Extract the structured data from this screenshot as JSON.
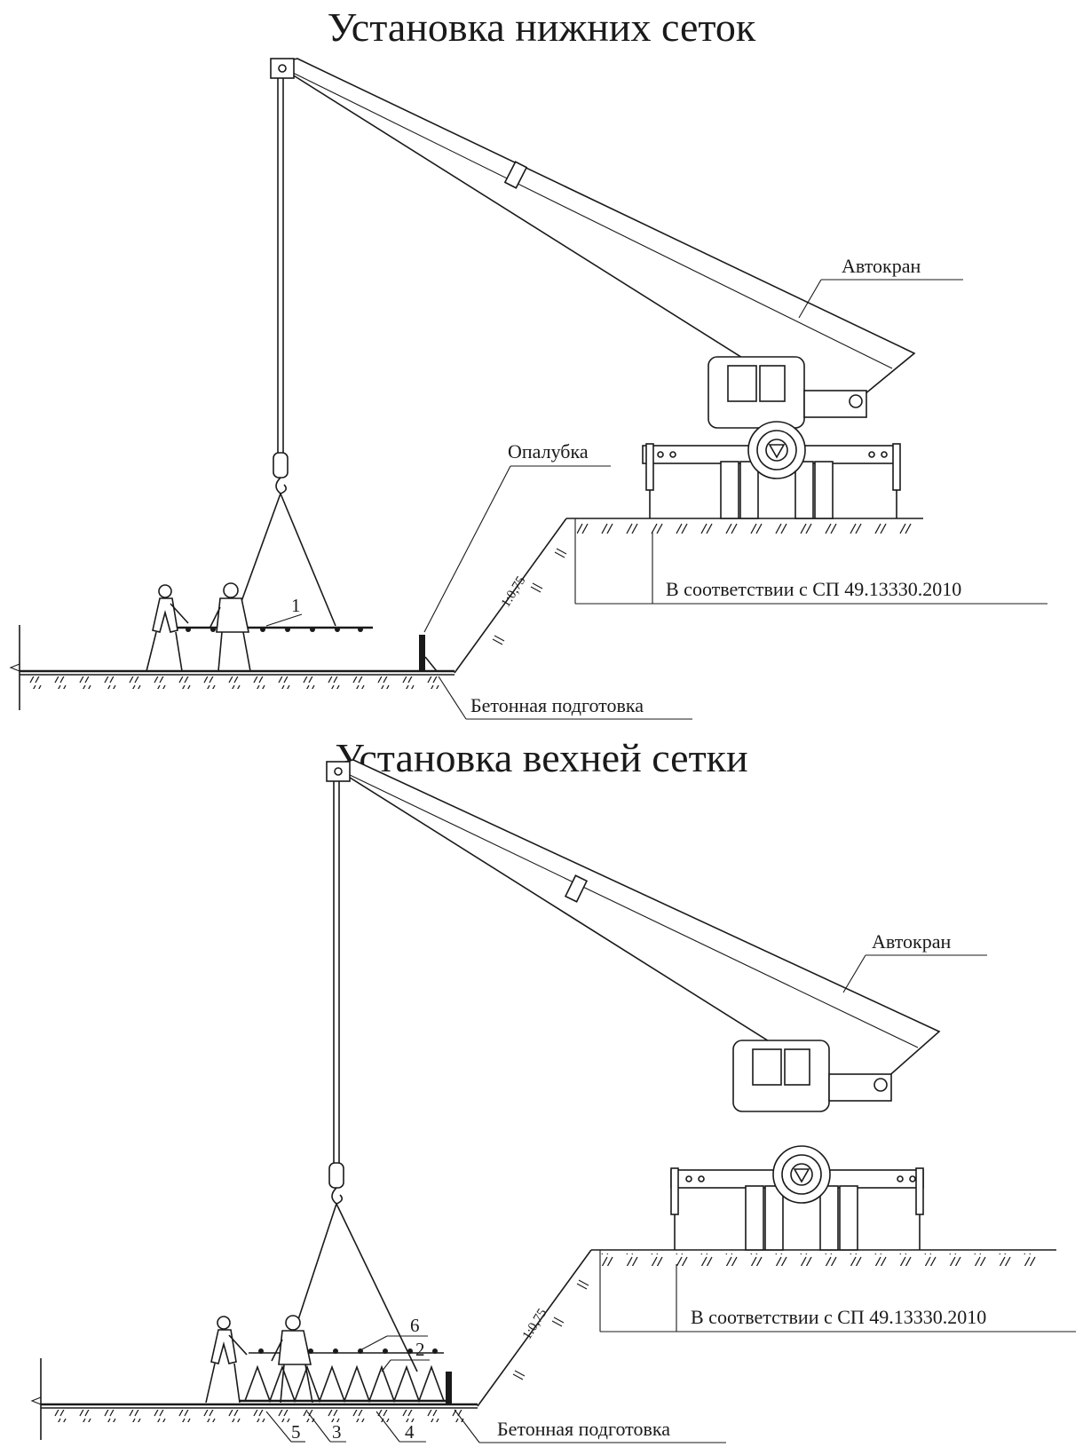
{
  "titles": {
    "top": "Установка нижних сеток",
    "bottom": "Установка вехней сетки"
  },
  "top_diagram": {
    "crane_label": "Автокран",
    "formwork_label": "Опалубка",
    "slope_label": "1:0,75",
    "standard_label": "В соответствии с СП 49.13330.2010",
    "concrete_label": "Бетонная подготовка",
    "mesh_number": "1"
  },
  "bottom_diagram": {
    "crane_label": "Автокран",
    "slope_label": "1:0,75",
    "standard_label": "В соответствии с СП 49.13330.2010",
    "concrete_label": "Бетонная подготовка",
    "numbers": {
      "n6": "6",
      "n2": "2",
      "n5": "5",
      "n3": "3",
      "n4": "4"
    }
  },
  "colors": {
    "ink": "#1a1a1a",
    "paper": "#ffffff"
  }
}
